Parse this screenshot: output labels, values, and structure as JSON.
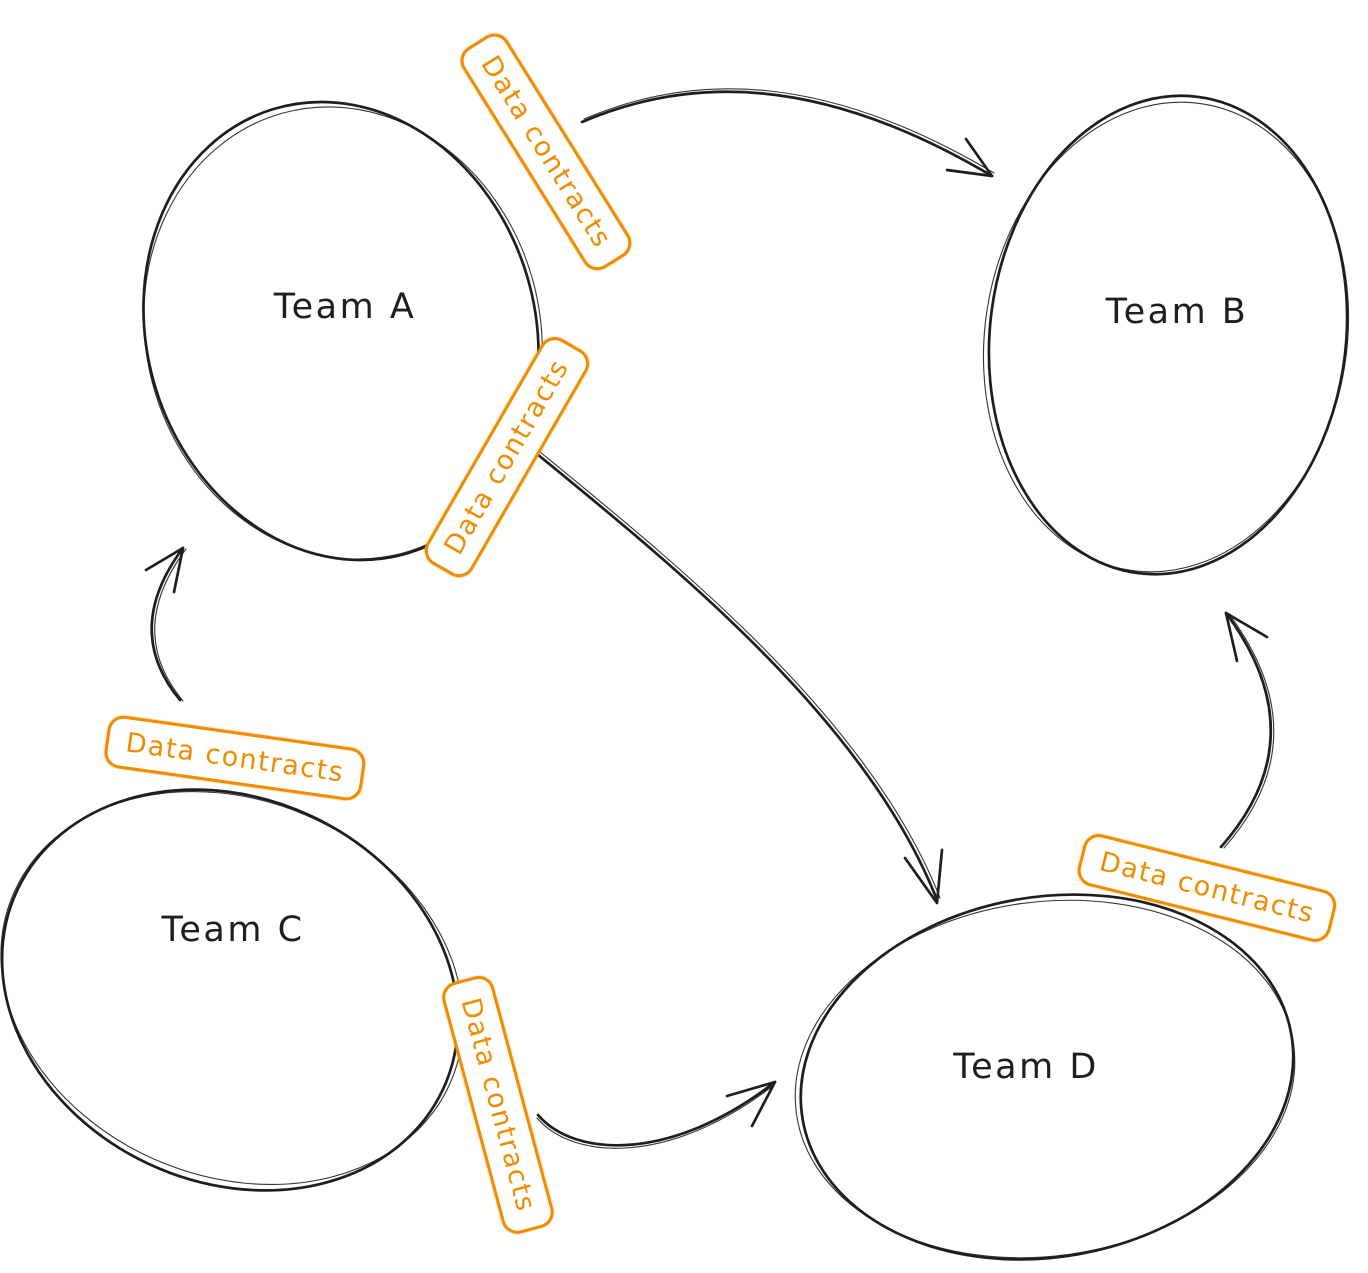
{
  "diagram": {
    "type": "flow",
    "background": "#ffffff",
    "ink_color": "#1e1e1e",
    "accent_color": "#f08c00",
    "nodes": [
      {
        "label": "Team A"
      },
      {
        "label": "Team B"
      },
      {
        "label": "Team C"
      },
      {
        "label": "Team D"
      }
    ],
    "edges": [
      {
        "from": "Team A",
        "to": "Team B",
        "label": "Data contracts"
      },
      {
        "from": "Team A",
        "to": "Team D",
        "label": "Data contracts"
      },
      {
        "from": "Team C",
        "to": "Team A",
        "label": "Data contracts"
      },
      {
        "from": "Team C",
        "to": "Team D",
        "label": "Data contracts"
      },
      {
        "from": "Team D",
        "to": "Team B",
        "label": "Data contracts"
      }
    ]
  }
}
